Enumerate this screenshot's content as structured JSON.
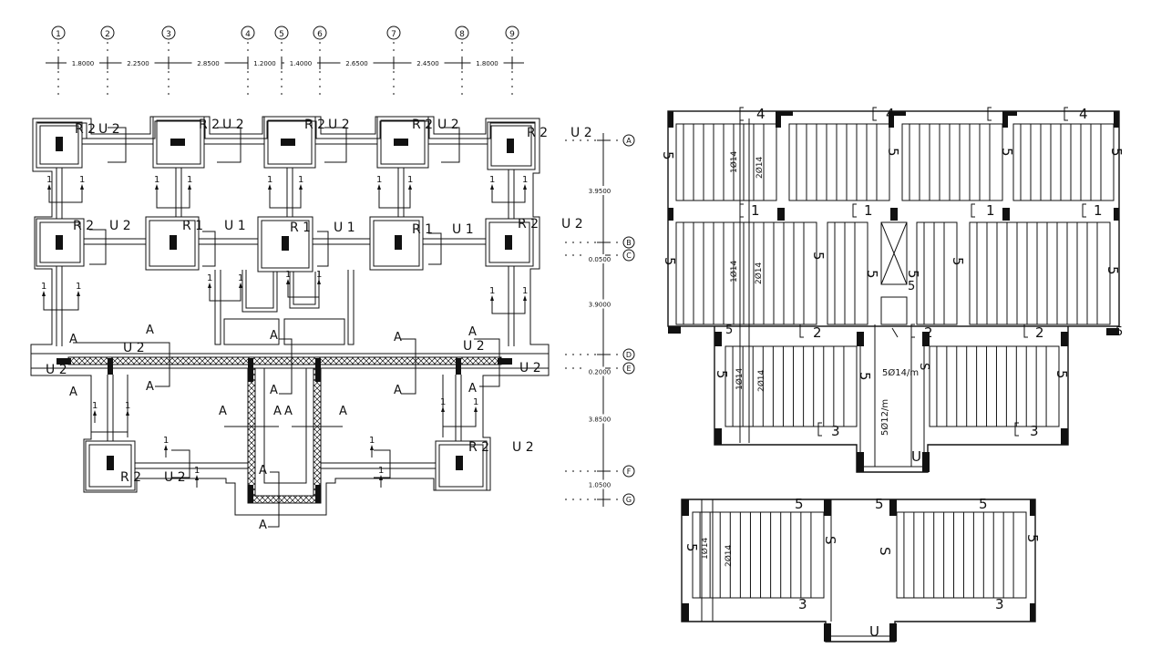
{
  "grid": {
    "columns": [
      "1",
      "2",
      "3",
      "4",
      "5",
      "6",
      "7",
      "8",
      "9"
    ],
    "column_spacings": [
      "1.8000",
      "2.2500",
      "2.8500",
      "1.2000",
      "1.4000",
      "2.6500",
      "2.4500",
      "1.8000"
    ],
    "rows": [
      "A",
      "B",
      "C",
      "D",
      "E",
      "F",
      "G"
    ],
    "row_spacings": [
      "3.9500",
      "0.0500",
      "3.9000",
      "0.2000",
      "3.8500",
      "1.0500"
    ]
  },
  "foundation": {
    "footing_label": "R 2",
    "footing_label_r1": "R 1",
    "beam_label_u2": "U 2",
    "beam_label_u1": "U 1",
    "section_1": "1",
    "section_a": "A"
  },
  "slab_upper": {
    "rebar_top": "1Ø14",
    "rebar_bottom": "2Ø14",
    "mark_4": "4",
    "mark_5": "5",
    "mark_1": "1",
    "mark_2": "2",
    "mark_3": "3",
    "mark_s": "S",
    "mark_u": "U",
    "stair_rebar_1": "5Ø14/m",
    "stair_rebar_2": "5Ø12/m"
  },
  "slab_lower": {
    "rebar_top": "1Ø14",
    "rebar_bottom": "2Ø14",
    "mark_5": "5",
    "mark_3": "3",
    "mark_s": "S",
    "mark_u": "U"
  }
}
